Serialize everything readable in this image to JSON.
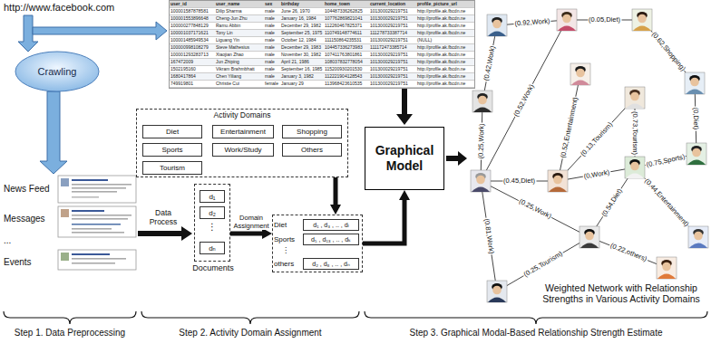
{
  "diagram": {
    "nodes": [
      {
        "text": [
          "Crawling"
        ]
      },
      {
        "text": [
          "Activity Domains"
        ]
      },
      {
        "text": [
          "Diet"
        ],
        "in": 1
      },
      {
        "text": [
          "Entertainment"
        ],
        "in": 1
      },
      {
        "text": [
          "Shopping"
        ],
        "in": 1
      },
      {
        "text": [
          "Sports"
        ],
        "in": 1
      },
      {
        "text": [
          "Work/Study"
        ],
        "in": 1
      },
      {
        "text": [
          "Others"
        ],
        "in": 1
      },
      {
        "text": [
          "Tourism"
        ],
        "in": 1
      },
      {
        "text": [
          "⋮",
          "Documents"
        ]
      },
      {
        "text": [
          "d₁"
        ],
        "in": 9
      },
      {
        "text": [
          "d₂"
        ],
        "in": 9
      },
      {
        "text": [
          "dₙ"
        ],
        "in": 9
      },
      {
        "text": [
          "⋮"
        ]
      },
      {
        "text": [
          "Diet",
          "d₁ , d₃ , .. , dₗ"
        ],
        "in": 13
      },
      {
        "text": [
          "Sports",
          "d₅ , d₁₃ , .. , dₖ"
        ],
        "in": 13
      },
      {
        "text": [
          "others",
          "d₂ , d₈ , .. , dₙ"
        ],
        "in": 13
      },
      {
        "text": [
          "Graphical Model"
        ]
      }
    ],
    "edges": [
      {
        "from": 9,
        "to": 13,
        "label": "Domain Assignment",
        "arrow": "to"
      },
      {
        "from": 1,
        "to": 13,
        "arrow": "to"
      },
      {
        "from": 13,
        "to": 17,
        "arrow": "to"
      }
    ],
    "labels": [
      "user_id",
      "user_name",
      "sex",
      "birthday",
      "home_town",
      "current_location",
      "profile_picture_url",
      "100001587878581",
      "Dilip Sharma",
      "male",
      "June 26, 1970",
      "104487336262825",
      "101300029219751",
      "http://profile.ak.fbcdn.ne",
      "100001553896648",
      "Cheng-Jun Zhu",
      "male",
      "January 16, 1984",
      "107762869821041",
      "101300029219751",
      "http://profile.ak.fbcdn.ne",
      "100000277848129",
      "Ramu Abbin",
      "male",
      "December 29, 1982",
      "112260467825371",
      "101300029219751",
      "http://profile.ak.fbcdn.ne",
      "100001037171621",
      "Tony Lin",
      "male",
      "September 25, 1975",
      "110749148774611",
      "111278733387714",
      "http://profile.ak.fbcdn.ne",
      "100001485949534",
      "Liguang Yin",
      "male",
      "October 12, 1984",
      "111150864235531",
      "101300029219751",
      "(NULL)",
      "100000998108279",
      "Steve Mathesius",
      "male",
      "December 29, 1983",
      "104457336273983",
      "111172473385714",
      "http://profile.ak.fbcdn.ne",
      "100001293283713",
      "Xiaojian Zhao",
      "male",
      "November 30, 1982",
      "107411763801861",
      "101300029219751",
      "http://profile.ak.fbcdn.ne",
      "167472009",
      "Jun Zhiping",
      "male",
      "April 21, 1986",
      "108037832778054",
      "101300029219751",
      "http://profile.ak.fbcdn.ne",
      "1502195160",
      "Vikram Brahmbhatt",
      "male",
      "September 16, 1985",
      "115200930201530",
      "101300029219751",
      "http://profile.ak.fbcdn.ne",
      "1680417864",
      "Chen Yiliang",
      "male",
      "January 3, 1982",
      "112221904128543",
      "101300029219751",
      "http://profile.ak.fbcdn.ne",
      "749919801",
      "Christie Cui",
      "female",
      "January 29",
      "113968423610535",
      "101300029219751",
      "http://profile.ak.fbcdn.ne",
      "http://www.facebook.com",
      "News Feed",
      "Messages",
      "...",
      "Events",
      "Data Process",
      "Step 1. Data Preprocessing",
      "Step 2. Activity Domain Assignment",
      "Step 3. Graphical Modal-Based Relationship Strength Estimate",
      "Weighted Network with Relationship Strengths in Various Activity Domains",
      "(0.92,Work)",
      "(0.05,Diet)",
      "(0.62,Shopping)",
      "(0.52,Work)",
      "(0.73,Tourism)",
      "(0.13,Tourism)",
      "(0,Diet)",
      "(0.42,Work)",
      "(0.52,Entertainment)",
      "(0.45,Diet)",
      "(0,Work)",
      "(0.75,Sports)",
      "(0.44,Entertainment)",
      "(0.25,Work)",
      "(0.25,Work)",
      "(0.25,Tourism)",
      "(0.54,Diet)",
      "(0.22,others)",
      "(0.81,Work)"
    ]
  }
}
